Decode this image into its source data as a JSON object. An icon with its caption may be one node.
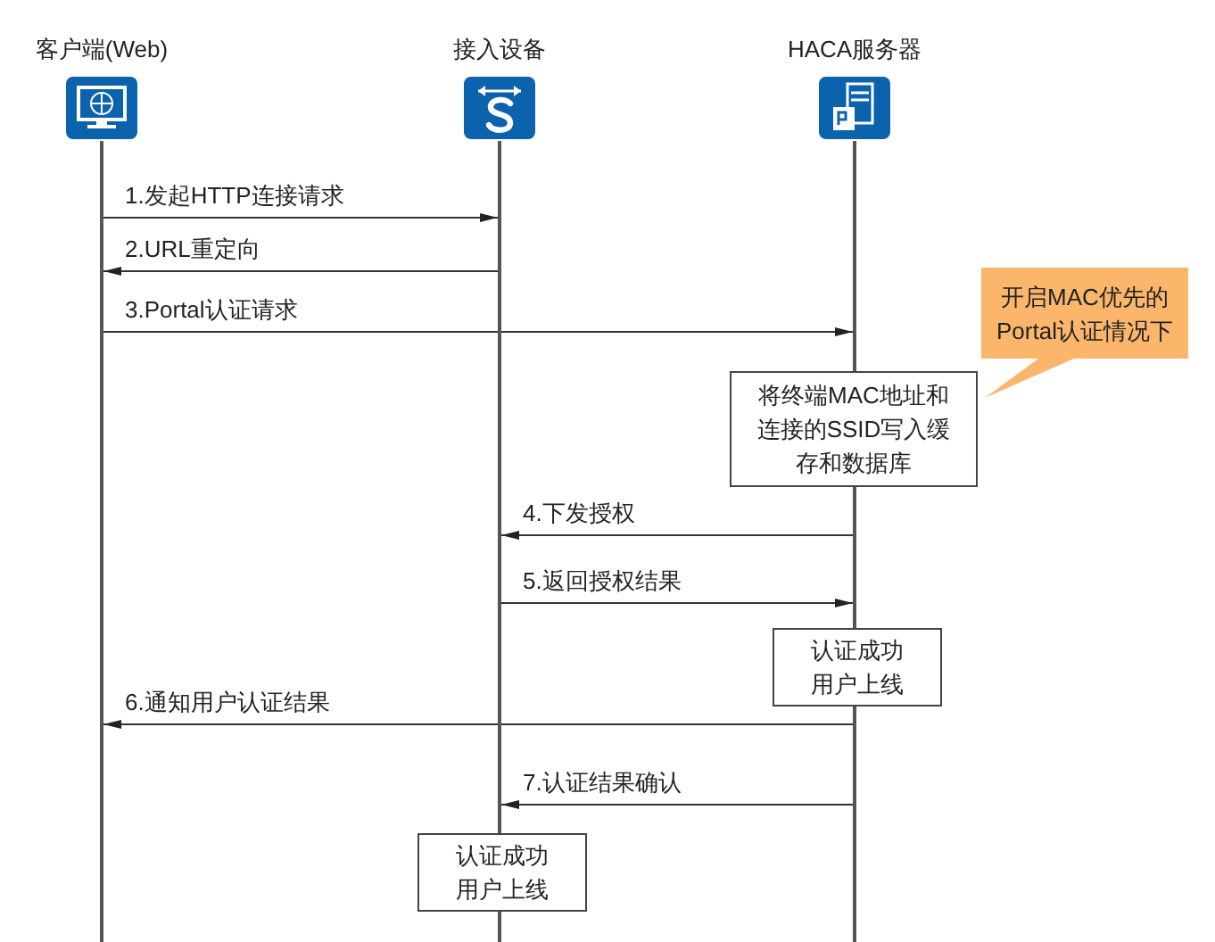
{
  "diagram": {
    "nodes": [
      {
        "text": [
          "客户端(Web)"
        ]
      },
      {
        "text": [
          "接入设备"
        ]
      },
      {
        "text": [
          "HACA服务器"
        ]
      },
      {
        "text": [
          "开启MAC优先的Portal认证情况下"
        ]
      },
      {
        "text": [
          "将终端MAC地址和连接的SSID写入缓存和数据库"
        ]
      },
      {
        "text": [
          "认证成功用户上线"
        ]
      },
      {
        "text": [
          "认证成功用户上线"
        ]
      },
      {
        "text": [],
        "shape": "bar"
      },
      {
        "text": [],
        "shape": "bar"
      },
      {
        "text": [],
        "shape": "bar"
      },
      {
        "text": [],
        "shape": "bar"
      },
      {
        "text": [],
        "shape": "bar"
      },
      {
        "text": [],
        "shape": "bar"
      }
    ],
    "edges": [
      {
        "from": 7,
        "to": 8,
        "arrow": "to",
        "label": "1.发起HTTP连接请求"
      },
      {
        "from": 8,
        "to": 7,
        "arrow": "to",
        "label": "2.URL重定向"
      },
      {
        "from": 7,
        "to": 10,
        "arrow": "to",
        "label": "3.Portal认证请求"
      },
      {
        "from": 11,
        "to": 8,
        "arrow": "to",
        "label": "4.下发授权"
      },
      {
        "from": 8,
        "to": 11,
        "arrow": "to",
        "label": "5.返回授权结果"
      },
      {
        "from": 12,
        "to": 7,
        "arrow": "to",
        "label": "6.通知用户认证结果"
      },
      {
        "from": 12,
        "to": 8,
        "arrow": "to",
        "label": "7.认证结果确认"
      }
    ]
  }
}
